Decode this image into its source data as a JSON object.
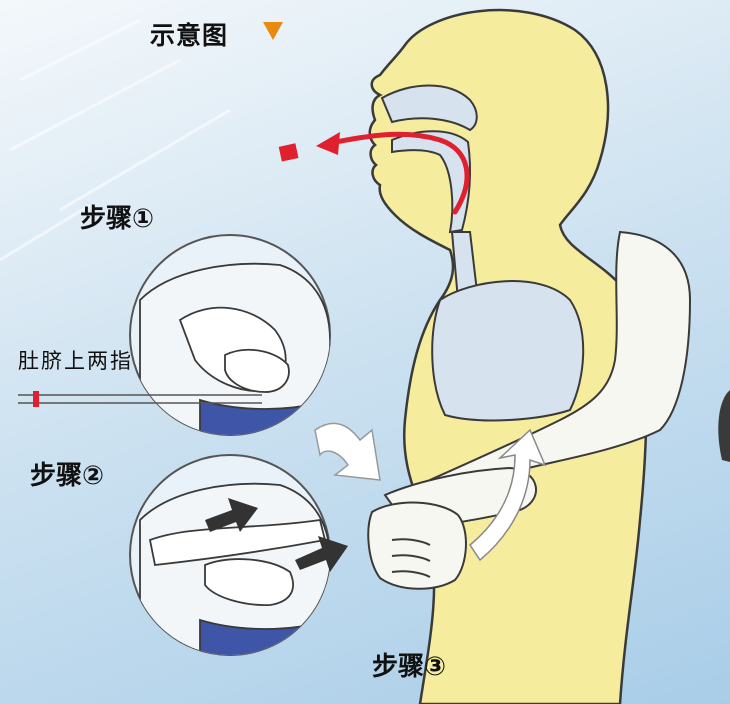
{
  "title": "示意图",
  "steps": {
    "step1": "步骤①",
    "step2": "步骤②",
    "step3": "步骤③"
  },
  "annotation": "肚脐上两指",
  "colors": {
    "body_fill": "#f6ec9e",
    "lung_fill": "#d6e2ee",
    "arrow_red": "#e0202f",
    "marker_orange": "#e88a10",
    "push_arrow": "#333333",
    "background": "#c6dff0"
  }
}
